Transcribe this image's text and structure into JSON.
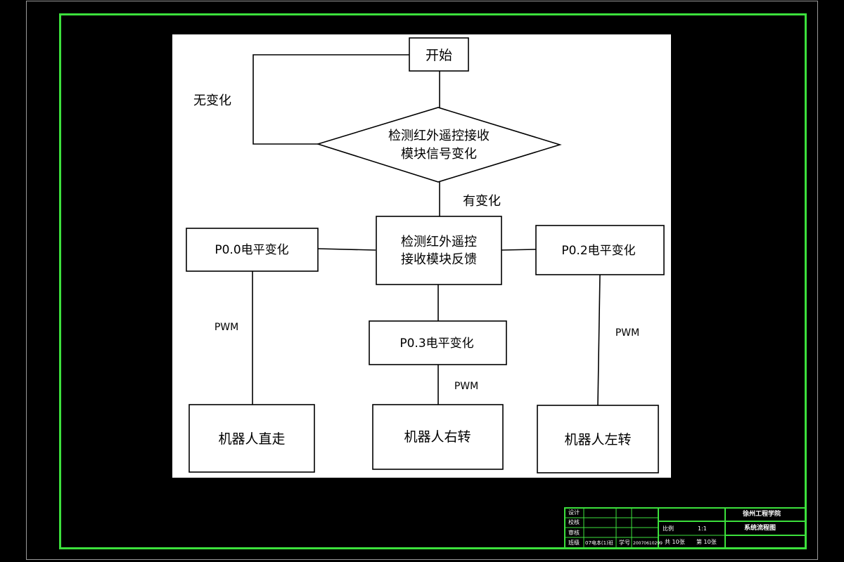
{
  "flowchart": {
    "start": "开始",
    "decision_line1": "检测红外遥控接收",
    "decision_line2": "模块信号变化",
    "no_change": "无变化",
    "has_change": "有变化",
    "feedback_line1": "检测红外遥控",
    "feedback_line2": "接收模块反馈",
    "p00": "P0.0电平变化",
    "p02": "P0.2电平变化",
    "p03": "P0.3电平变化",
    "pwm_left": "PWM",
    "pwm_middle": "PWM",
    "pwm_right": "PWM",
    "straight": "机器人直走",
    "turn_right": "机器人右转",
    "turn_left": "机器人左转"
  },
  "title_block": {
    "label_design": "设计",
    "label_check": "校核",
    "label_review": "审核",
    "label_class": "班级",
    "class_value": "07电本(1)班",
    "label_student_no": "学号",
    "student_no": "20070610299",
    "label_scale": "比例",
    "scale_value": "1:1",
    "sheets_total": "共 10张",
    "sheet_no": "第 10张",
    "school": "徐州工程学院",
    "drawing_name": "系统流程图"
  },
  "colors": {
    "background": "#000000",
    "frame": "#3ce03c",
    "paper": "#ffffff",
    "ink": "#000000"
  }
}
